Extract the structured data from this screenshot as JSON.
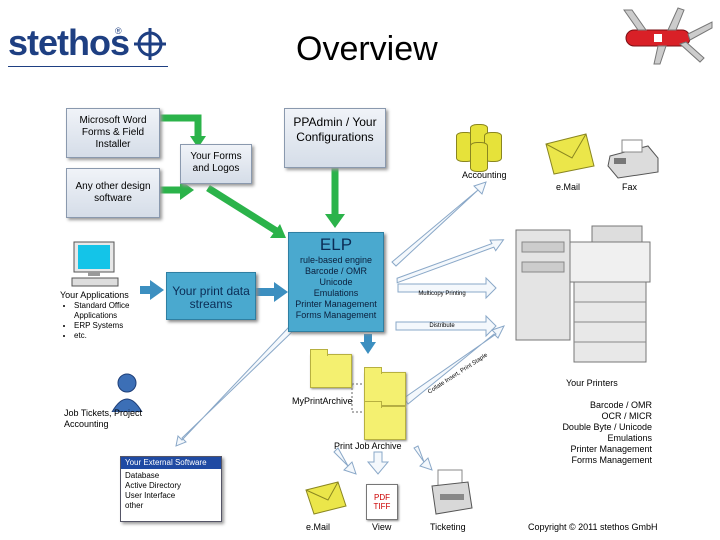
{
  "header": {
    "logo_text": "stethos",
    "logo_reg": "®",
    "title": "Overview"
  },
  "boxes": {
    "word_installer": "Microsoft Word Forms & Field Installer",
    "other_design": "Any other design software",
    "forms_logos": "Your Forms and Logos",
    "ppadmin": "PPAdmin / Your Configurations",
    "print_streams": "Your print data streams",
    "elp_title": "ELP",
    "elp_lines": [
      "rule-based engine",
      "Barcode / OMR",
      "Unicode",
      "Emulations",
      "Printer Management",
      "Forms Management"
    ]
  },
  "labels": {
    "your_applications": "Your Applications",
    "apps": [
      "Standard Office Applications",
      "ERP Systems",
      "etc."
    ],
    "job_tickets": "Job Tickets, Project Accounting",
    "accounting": "Accounting",
    "email_top": "e.Mail",
    "fax": "Fax",
    "multicopy": "Multicopy Printing",
    "distribute": "Distribute",
    "collate": "Collate Insert, Print Staple",
    "my_print_archive": "MyPrintArchive",
    "print_job_archive": "Print Job Archive",
    "email_bottom": "e.Mail",
    "view": "View",
    "ticketing": "Ticketing",
    "pdf_tiff": "PDF TIFF",
    "your_printers": "Your Printers",
    "copyright": "Copyright © 2011 stethos GmbH"
  },
  "printer_features": [
    "Barcode / OMR",
    "OCR / MICR",
    "Double Byte / Unicode",
    "Emulations",
    "Printer Management",
    "Forms Management"
  ],
  "external_software": {
    "header": "Your External Software",
    "items": [
      "Database",
      "Active Directory",
      "User Interface",
      "other"
    ]
  },
  "colors": {
    "brand": "#1e3f82",
    "teal": "#4aa9cf",
    "green_arrow": "#2bb34a",
    "blue_arrow": "#3c8fc0",
    "folder": "#f4f070"
  }
}
